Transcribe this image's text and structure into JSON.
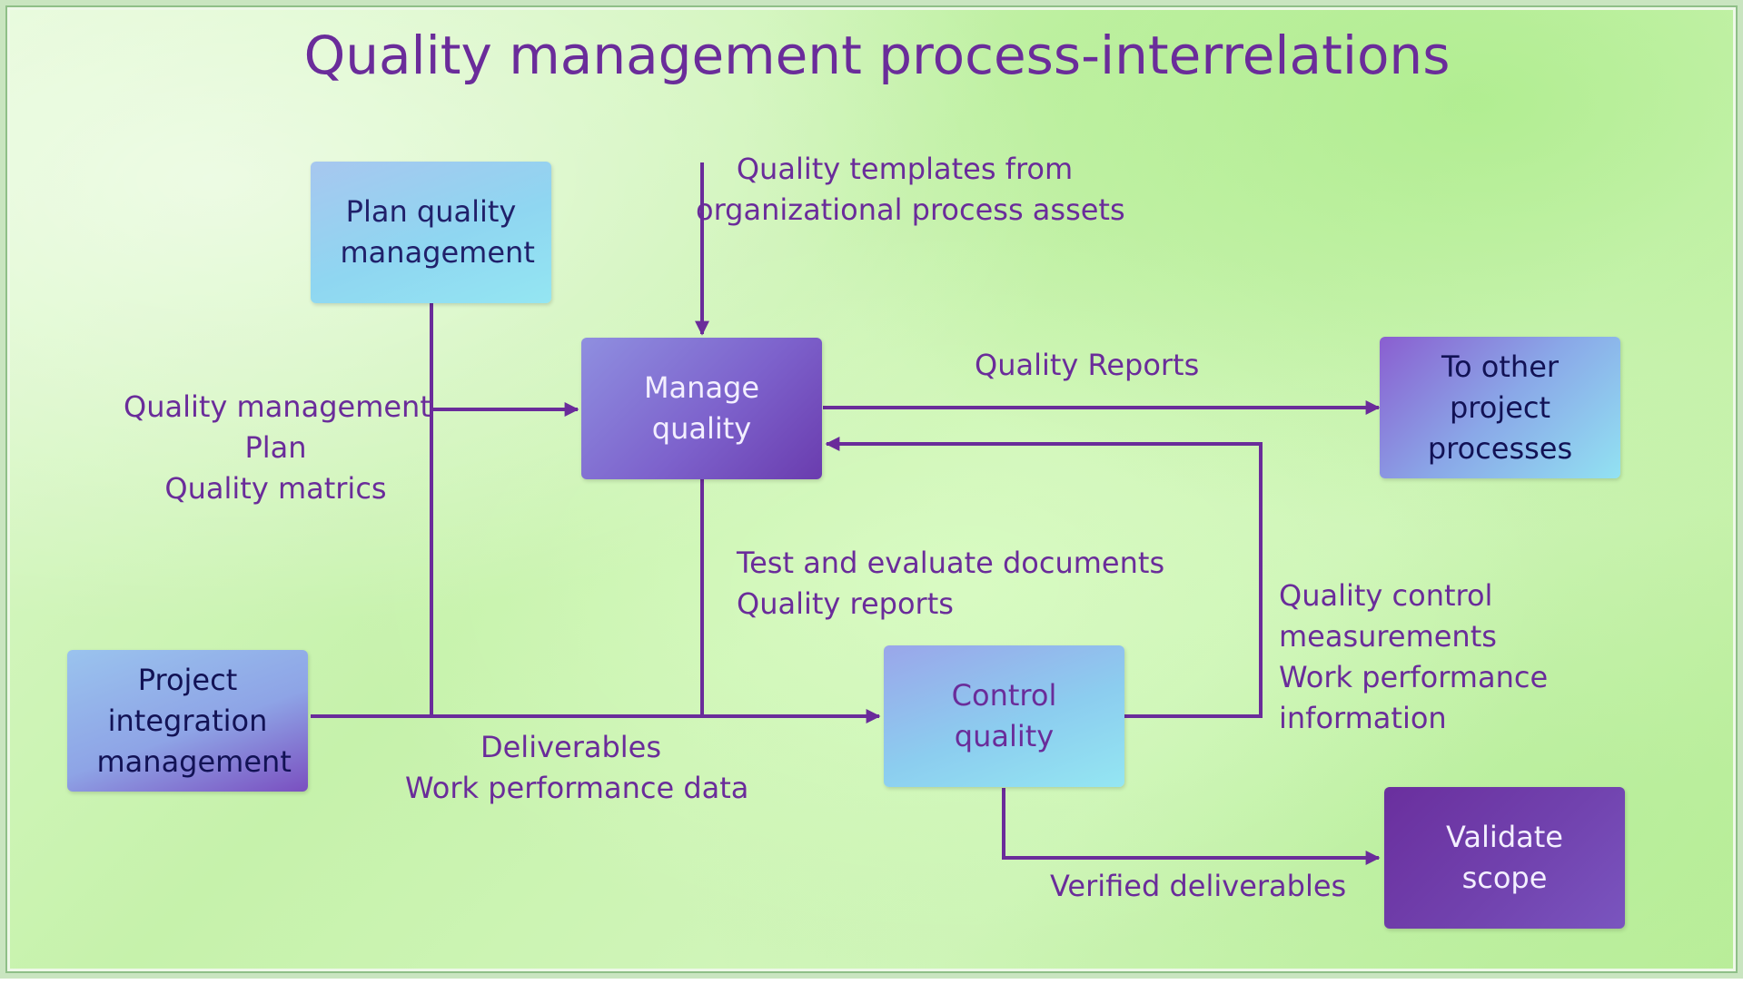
{
  "title": "Quality management process-interrelations",
  "boxes": {
    "plan_quality": "Plan quality management",
    "manage_quality": "Manage quality",
    "other_processes": "To other project processes",
    "project_integration": "Project integration management",
    "control_quality": "Control quality",
    "validate_scope": "Validate scope"
  },
  "labels": {
    "templates": [
      "Quality templates from",
      "organizational process assets"
    ],
    "qm_plan": [
      "Quality management",
      "Plan",
      "Quality matrics"
    ],
    "quality_reports": "Quality Reports",
    "test_docs": [
      "Test and evaluate documents",
      "Quality reports"
    ],
    "qc_measurements": [
      "Quality control",
      "measurements",
      "Work performance",
      "information"
    ],
    "deliverables": [
      "Deliverables",
      "Work performance data"
    ],
    "verified": "Verified deliverables"
  },
  "colors": {
    "arrow": "#6a2c9a",
    "text": "#6a2c9a",
    "background": "#cff5b8"
  }
}
